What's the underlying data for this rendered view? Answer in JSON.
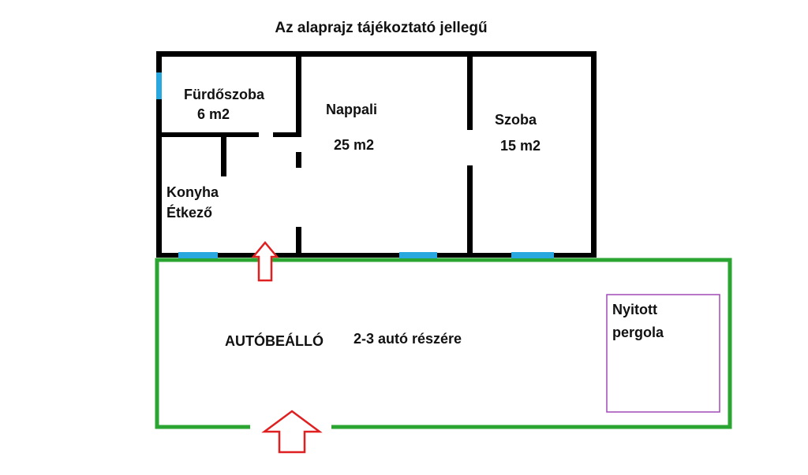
{
  "title": "Az alaprajz tájékoztató jellegű",
  "rooms": {
    "bathroom": {
      "name": "Fürdőszoba",
      "area": "6 m2"
    },
    "living": {
      "name": "Nappali",
      "area": "25 m2"
    },
    "room": {
      "name": "Szoba",
      "area": "15 m2"
    },
    "kitchen": {
      "name_line1": "Konyha",
      "name_line2": "Étkező"
    }
  },
  "yard": {
    "label": "AUTÓBEÁLLÓ",
    "capacity": "2-3 autó részére"
  },
  "pergola": {
    "line1": "Nyitott",
    "line2": "pergola"
  },
  "colors": {
    "walls": "#000000",
    "windows": "#29a8e0",
    "yard_border": "#2aa531",
    "pergola_border": "#a14ab8",
    "arrows": "#e02020"
  }
}
